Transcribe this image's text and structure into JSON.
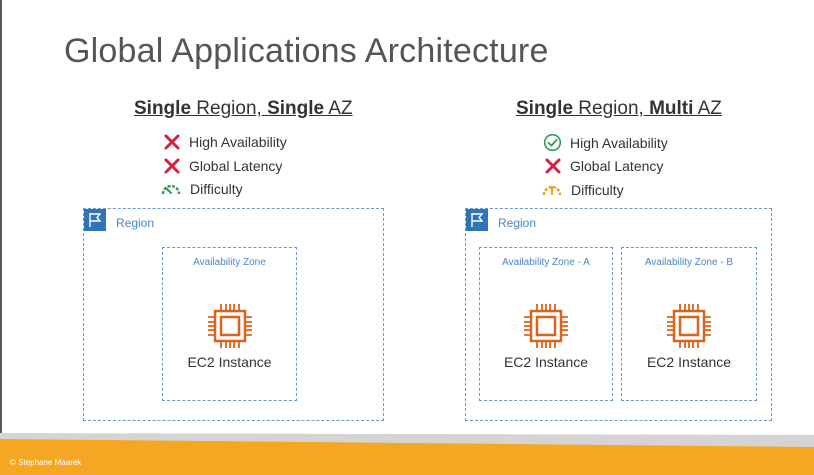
{
  "title": "Global Applications Architecture",
  "left": {
    "heading": {
      "part1": "Single",
      "part2": " Region, ",
      "part3": "Single",
      "part4": " AZ"
    },
    "features": [
      {
        "status": "cross",
        "label": "High Availability"
      },
      {
        "status": "cross",
        "label": "Global Latency"
      },
      {
        "status": "gauge-low",
        "label": "Difficulty"
      }
    ],
    "region_label": "Region",
    "zones": [
      {
        "label": "Availability Zone",
        "instance": "EC2 Instance"
      }
    ]
  },
  "right": {
    "heading": {
      "part1": "Single",
      "part2": " Region, ",
      "part3": "Multi",
      "part4": " AZ"
    },
    "features": [
      {
        "status": "check",
        "label": "High Availability"
      },
      {
        "status": "cross",
        "label": "Global Latency"
      },
      {
        "status": "gauge-mid",
        "label": "Difficulty"
      }
    ],
    "region_label": "Region",
    "zones": [
      {
        "label": "Availability Zone - A",
        "instance": "EC2 Instance"
      },
      {
        "label": "Availability Zone - B",
        "instance": "EC2 Instance"
      }
    ]
  },
  "footer": {
    "copyright": "© Stephane Maarek"
  },
  "colors": {
    "cross": "#d6203d",
    "check": "#2e9b5f",
    "gauge_low": "#2e9b5f",
    "gauge_mid": "#e3a81f",
    "region_blue": "#2f73b8",
    "chip_orange": "#d9641c",
    "footer_orange": "#f5a623"
  }
}
